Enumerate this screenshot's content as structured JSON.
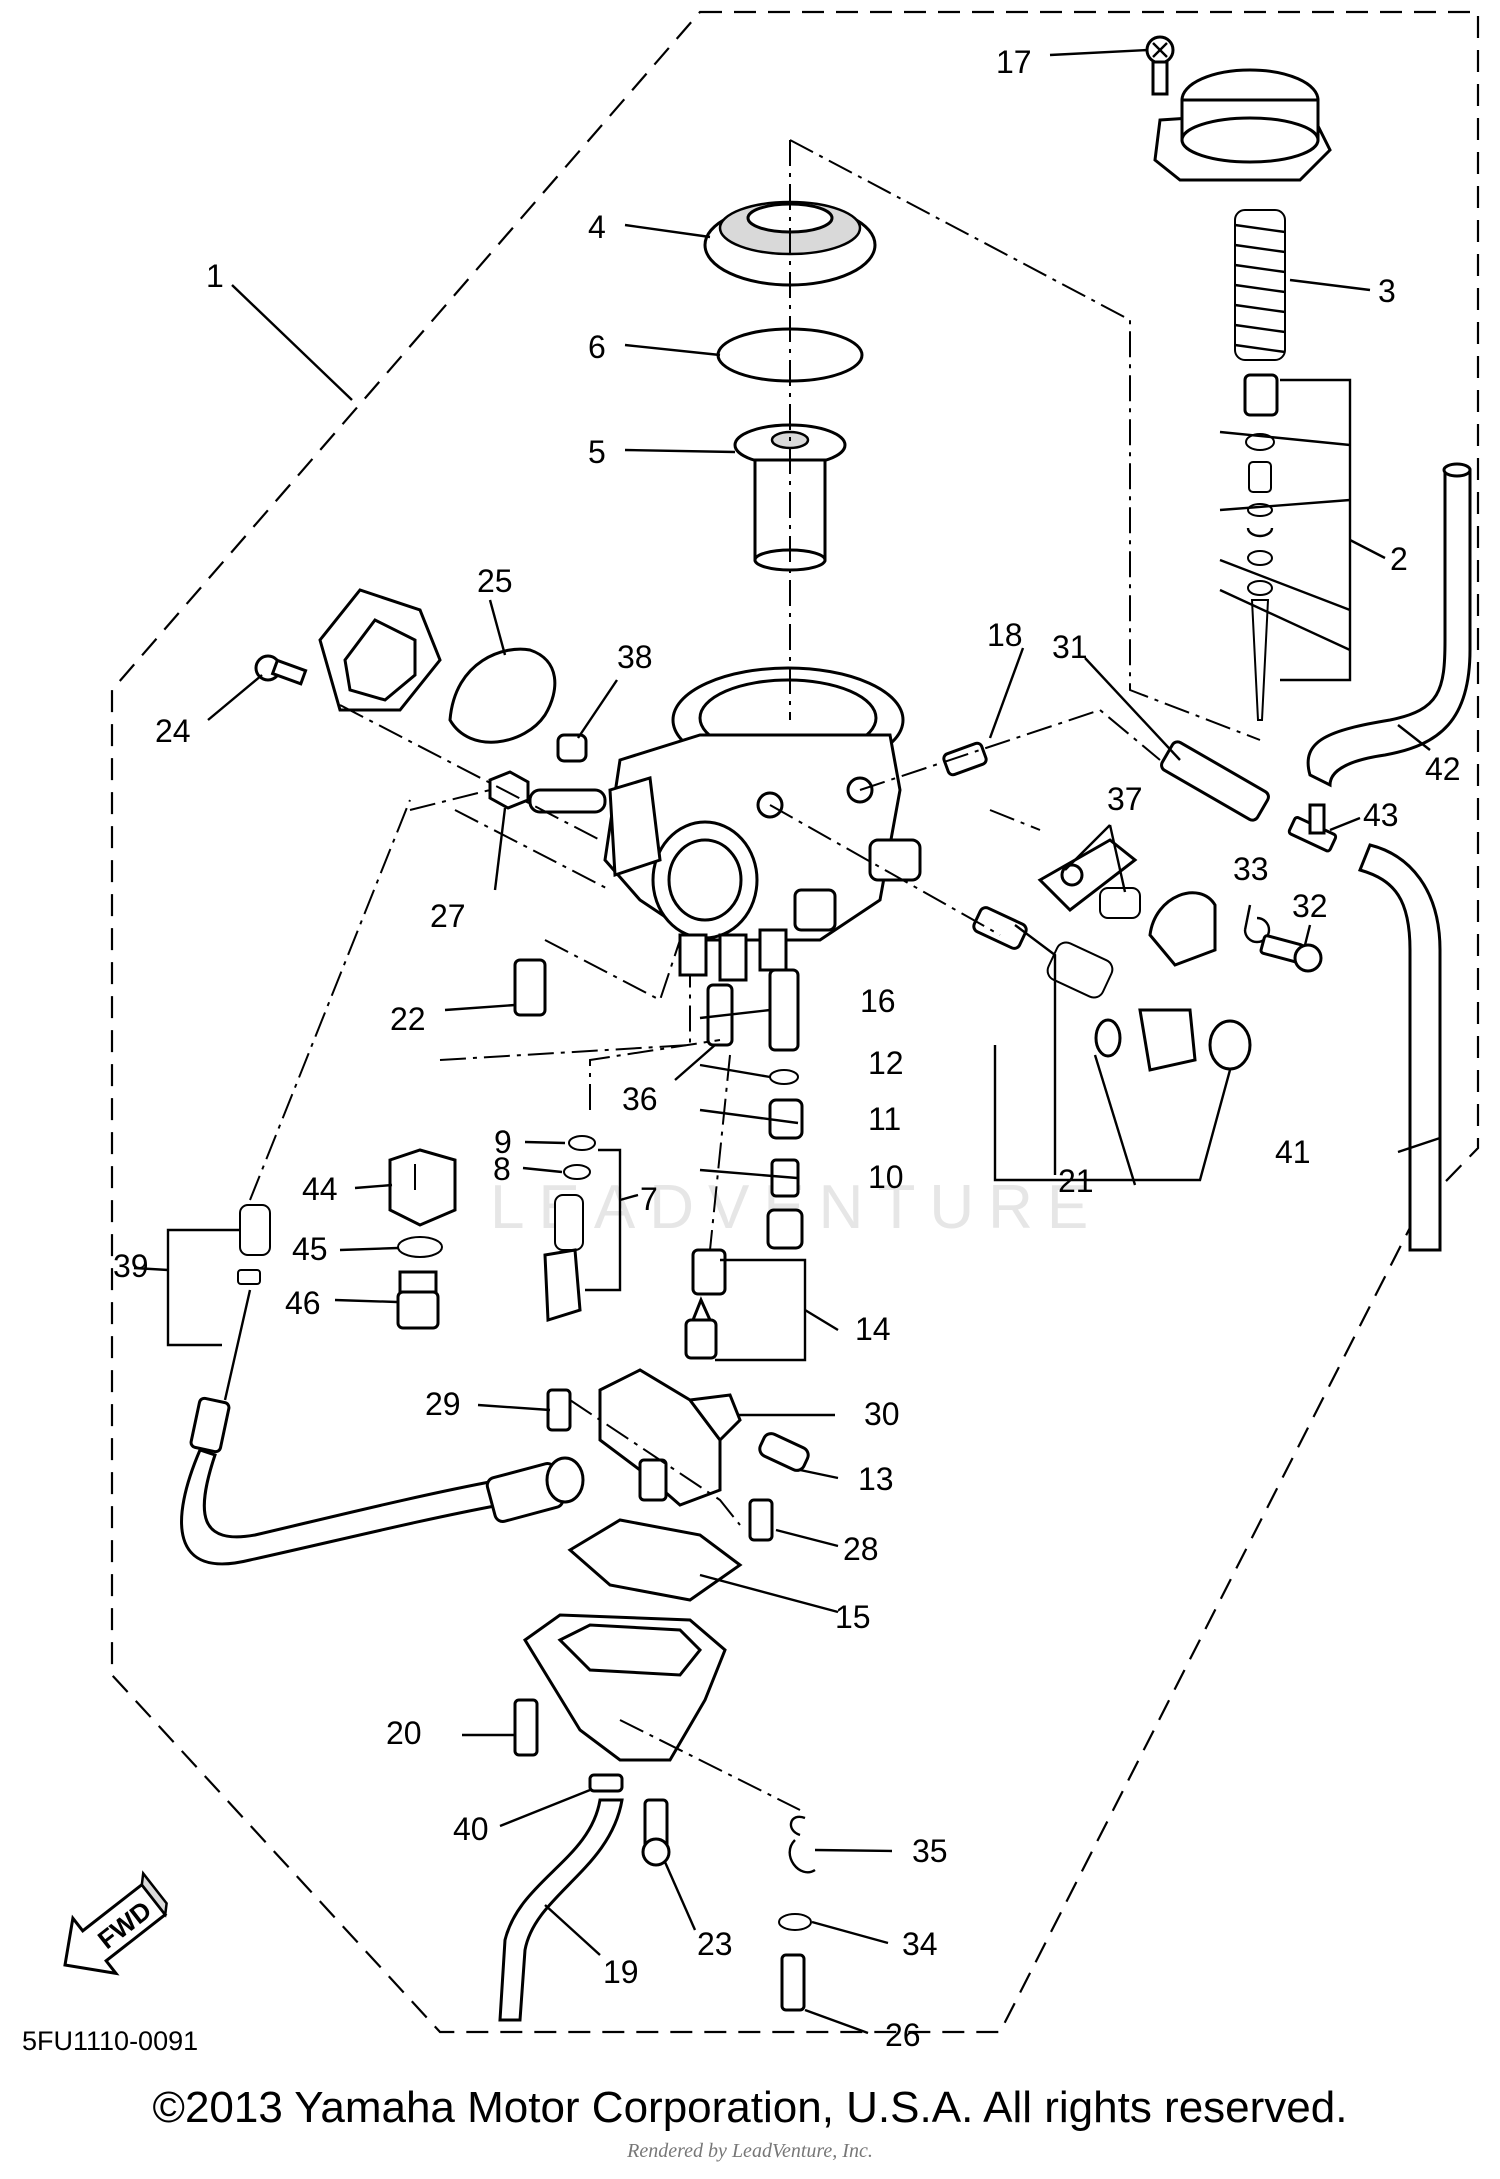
{
  "diagram": {
    "callouts": [
      "1",
      "2",
      "3",
      "4",
      "5",
      "6",
      "7",
      "8",
      "9",
      "10",
      "11",
      "12",
      "13",
      "14",
      "15",
      "16",
      "17",
      "18",
      "19",
      "20",
      "21",
      "22",
      "23",
      "24",
      "25",
      "26",
      "27",
      "28",
      "29",
      "30",
      "31",
      "32",
      "33",
      "34",
      "35",
      "36",
      "37",
      "38",
      "39",
      "40",
      "41",
      "42",
      "43",
      "44",
      "45",
      "46"
    ],
    "fwd_label": "FWD",
    "watermark": "LEADVENTURE"
  },
  "footer": {
    "reference_code": "5FU1110-0091",
    "copyright": "©2013 Yamaha Motor Corporation, U.S.A. All rights reserved.",
    "rendered_by": "Rendered by LeadVenture, Inc."
  }
}
